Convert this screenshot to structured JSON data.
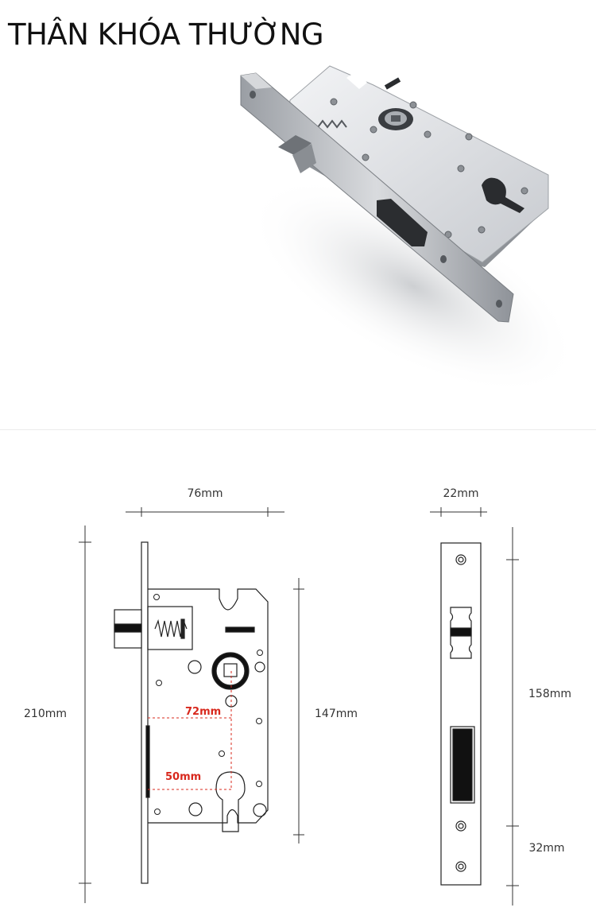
{
  "title": "THÂN KHÓA THƯỜNG",
  "dimensions": {
    "front_width": "76mm",
    "front_height_total": "210mm",
    "front_height_case": "147mm",
    "side_width": "22mm",
    "side_height_a": "158mm",
    "side_height_b": "32mm",
    "backset_72": "72mm",
    "backset_50": "50mm"
  },
  "colors": {
    "steel": "#c9ccd0",
    "line": "#222222",
    "dimension": "#d8281d"
  }
}
